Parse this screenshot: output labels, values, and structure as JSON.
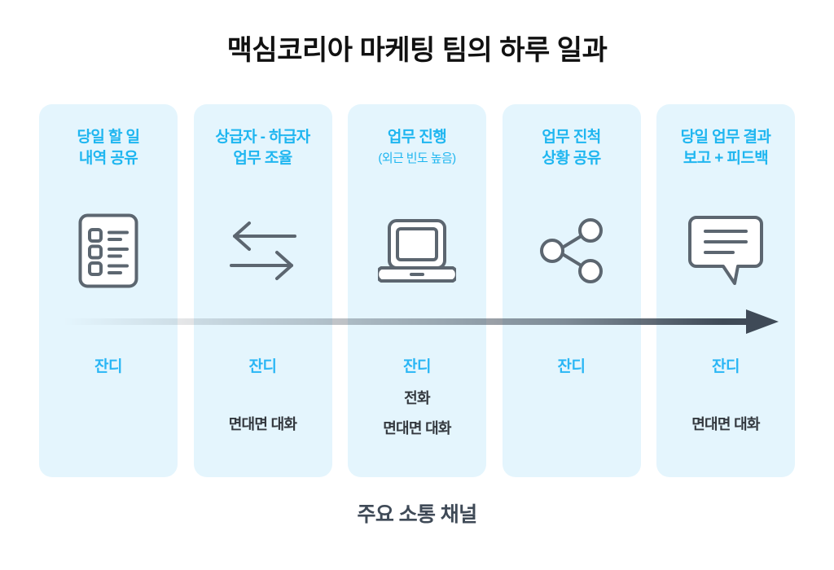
{
  "header": {
    "title": "맥심코리아 마케팅 팀의 하루 일과"
  },
  "footer": {
    "label": "주요 소통 채널"
  },
  "colors": {
    "card_bg": "#e4f5fd",
    "accent_blue": "#1fb6f0",
    "channel_blue": "#29b6f5",
    "dark_text": "#33383e",
    "icon_stroke": "#5c6670",
    "arrow_dark": "#3f4a57",
    "title_black": "#111111",
    "footer_slate": "#3f4a57",
    "page_bg": "#ffffff"
  },
  "arrow": {
    "name": "timeline-arrow",
    "direction": "left-to-right",
    "style": "gradient-fade"
  },
  "stages": [
    {
      "id": "stage-1",
      "title": "당일 할 일\n내역 공유",
      "subtitle": "",
      "icon": "checklist-document-icon",
      "channels": [
        {
          "label": "잔디",
          "emphasis": "primary"
        }
      ]
    },
    {
      "id": "stage-2",
      "title": "상급자 - 하급자\n업무 조율",
      "subtitle": "",
      "icon": "two-way-arrows-icon",
      "channels": [
        {
          "label": "잔디",
          "emphasis": "primary"
        },
        {
          "label": "면대면 대화",
          "emphasis": "secondary"
        }
      ]
    },
    {
      "id": "stage-3",
      "title": "업무 진행",
      "subtitle": "(외근 빈도 높음)",
      "icon": "laptop-icon",
      "channels": [
        {
          "label": "잔디",
          "emphasis": "primary"
        },
        {
          "label": "전화",
          "emphasis": "secondary"
        },
        {
          "label": "면대면 대화",
          "emphasis": "secondary"
        }
      ]
    },
    {
      "id": "stage-4",
      "title": "업무 진척\n상황 공유",
      "subtitle": "",
      "icon": "share-network-icon",
      "channels": [
        {
          "label": "잔디",
          "emphasis": "primary"
        }
      ]
    },
    {
      "id": "stage-5",
      "title": "당일 업무 결과\n보고 + 피드백",
      "subtitle": "",
      "icon": "speech-bubble-icon",
      "channels": [
        {
          "label": "잔디",
          "emphasis": "primary"
        },
        {
          "label": "면대면 대화",
          "emphasis": "secondary"
        }
      ]
    }
  ]
}
